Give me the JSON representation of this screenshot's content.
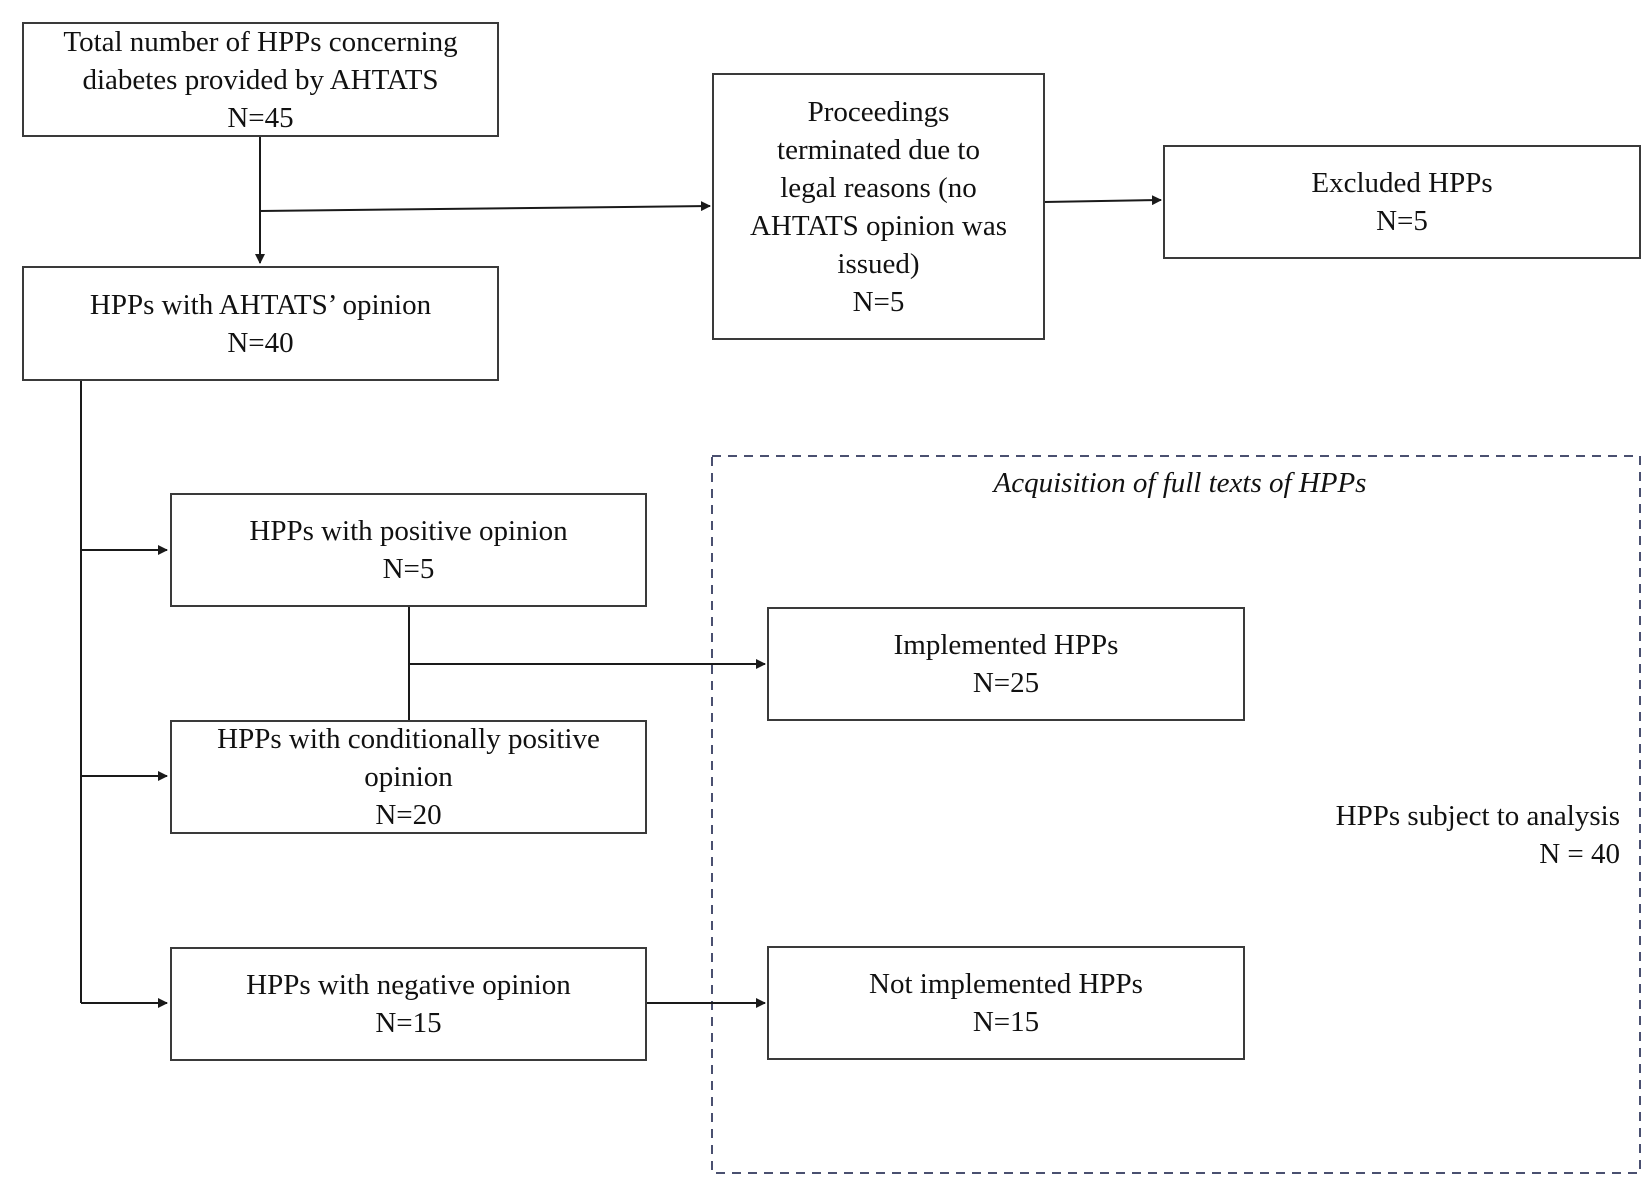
{
  "nodes": {
    "total": {
      "lines": [
        "Total number of HPPs concerning",
        "diabetes provided by AHTATS"
      ],
      "count": "N=45"
    },
    "terminated": {
      "lines": [
        "Proceedings",
        "terminated due to",
        "legal reasons (no",
        "AHTATS opinion was",
        "issued)"
      ],
      "count": "N=5"
    },
    "excluded": {
      "lines": [
        "Excluded HPPs"
      ],
      "count": "N=5"
    },
    "with_opinion": {
      "lines": [
        "HPPs with AHTATS’ opinion"
      ],
      "count": "N=40"
    },
    "positive": {
      "lines": [
        "HPPs with positive opinion"
      ],
      "count": "N=5"
    },
    "conditional": {
      "lines": [
        "HPPs with conditionally positive",
        "opinion"
      ],
      "count": "N=20"
    },
    "negative": {
      "lines": [
        "HPPs with negative opinion"
      ],
      "count": "N=15"
    },
    "implemented": {
      "lines": [
        "Implemented HPPs"
      ],
      "count": "N=25"
    },
    "not_implemented": {
      "lines": [
        "Not implemented HPPs"
      ],
      "count": "N=15"
    }
  },
  "group": {
    "label": "Acquisition of full texts of HPPs",
    "analysis_lines": [
      "HPPs subject to analysis",
      "N = 40"
    ]
  },
  "colors": {
    "box_border": "#3a3a3a",
    "line": "#1a1a1a",
    "dashed_border": "#4a5070"
  }
}
